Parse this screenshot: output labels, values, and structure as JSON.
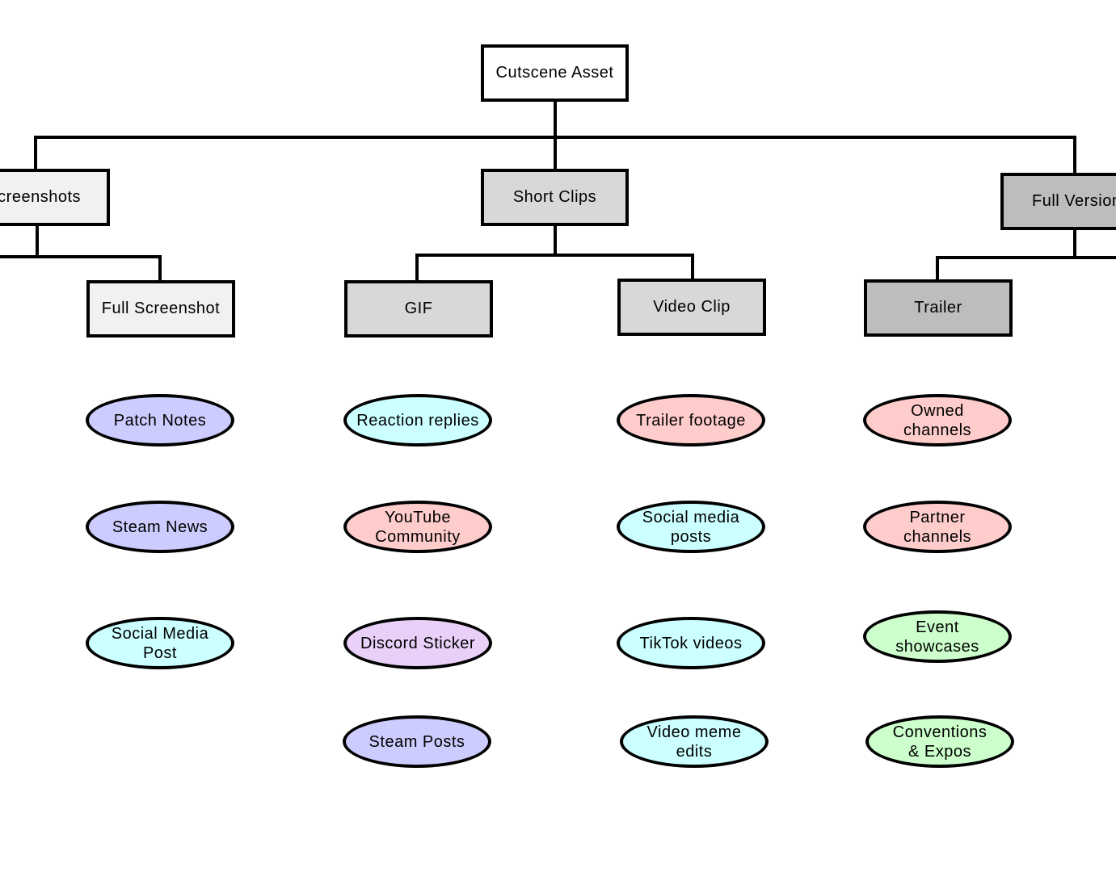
{
  "root": {
    "label": "Cutscene Asset"
  },
  "categories": [
    {
      "label": "Screenshots"
    },
    {
      "label": "Short Clips"
    },
    {
      "label": "Full Version"
    }
  ],
  "formats": [
    {
      "label": "Full Screenshot"
    },
    {
      "label": "GIF"
    },
    {
      "label": "Video Clip"
    },
    {
      "label": "Trailer"
    }
  ],
  "uses": {
    "full_screenshot": [
      "Patch Notes",
      "Steam News",
      "Social Media\nPost"
    ],
    "gif": [
      "Reaction replies",
      "YouTube\nCommunity",
      "Discord Sticker",
      "Steam Posts"
    ],
    "video_clip": [
      "Trailer footage",
      "Social media\nposts",
      "TikTok videos",
      "Video meme\nedits"
    ],
    "trailer": [
      "Owned\nchannels",
      "Partner\nchannels",
      "Event\nshowcases",
      "Conventions\n& Expos"
    ]
  },
  "colors": {
    "blue": "#ccccff",
    "cyan": "#ccffff",
    "pink": "#ffcccc",
    "purple": "#e8d0f8",
    "green": "#ccffcc"
  }
}
